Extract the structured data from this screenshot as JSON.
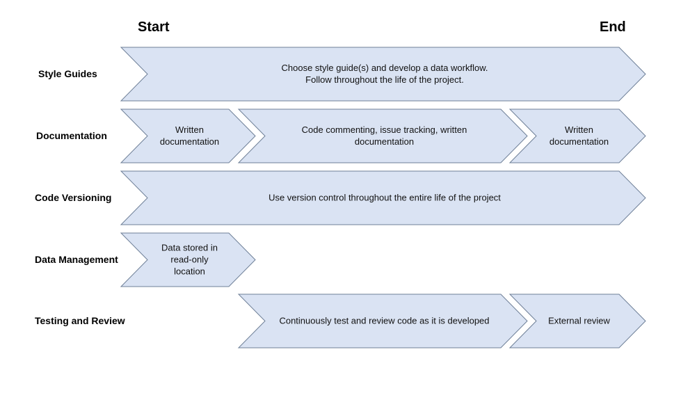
{
  "header": {
    "start": "Start",
    "end": "End"
  },
  "rows": [
    {
      "label": "Style Guides"
    },
    {
      "label": "Documentation"
    },
    {
      "label": "Code Versioning"
    },
    {
      "label": "Data Management"
    },
    {
      "label": "Testing and Review"
    }
  ],
  "chevrons": [
    {
      "name": "style-guides-chevron",
      "row": 0,
      "lines": [
        "Choose style guide(s) and develop a data workflow.",
        "Follow throughout the life of the project."
      ]
    },
    {
      "name": "documentation-start-chevron",
      "row": 1,
      "lines": [
        "Written",
        "documentation"
      ]
    },
    {
      "name": "documentation-middle-chevron",
      "row": 1,
      "lines": [
        "Code commenting, issue tracking, written",
        "documentation"
      ]
    },
    {
      "name": "documentation-end-chevron",
      "row": 1,
      "lines": [
        "Written",
        "documentation"
      ]
    },
    {
      "name": "code-versioning-chevron",
      "row": 2,
      "lines": [
        "Use version control throughout the entire life of the project"
      ]
    },
    {
      "name": "data-management-chevron",
      "row": 3,
      "lines": [
        "Data stored in",
        "read-only",
        "location"
      ]
    },
    {
      "name": "testing-chevron",
      "row": 4,
      "lines": [
        "Continuously test and review code as it is developed"
      ]
    },
    {
      "name": "external-review-chevron",
      "row": 4,
      "lines": [
        "External review"
      ]
    }
  ]
}
